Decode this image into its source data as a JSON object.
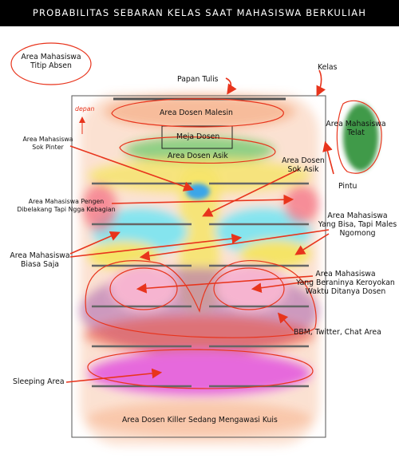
{
  "title": "PROBABILITAS SEBARAN KELAS SAAT MAHASISWA BERKULIAH",
  "labels": {
    "titip_absen": [
      "Area Mahasiswa",
      "Titip Absen"
    ],
    "kelas": "Kelas",
    "papan_tulis": "Papan Tulis",
    "depan": "depan",
    "dosen_malesin": "Area Dosen Malesin",
    "meja_dosen": "Meja Dosen",
    "dosen_asik": "Area Dosen Asik",
    "telat": [
      "Area Mahasiswa",
      "Telat"
    ],
    "sok_pinter": [
      "Area Mahasiswa",
      "Sok Pinter"
    ],
    "dosen_sok_asik": [
      "Area Dosen",
      "Sok Asik"
    ],
    "pintu": "Pintu",
    "dibelakang": [
      "Area Mahasiswa Pengen",
      "Dibelakang Tapi Ngga Kebagian"
    ],
    "bisa_tapi_males": [
      "Area Mahasiswa",
      "Yang Bisa, Tapi Males",
      "Ngomong"
    ],
    "biasa_saja": [
      "Area Mahasiswa",
      "Biasa Saja"
    ],
    "keroyokan": [
      "Area Mahasiswa",
      "Yang Beraninya Keroyokan",
      "Waktu Ditanya Dosen"
    ],
    "bbm": "BBM, Twitter, Chat Area",
    "sleeping": "Sleeping Area",
    "killer": "Area Dosen Killer Sedang Mengawasi Kuis"
  },
  "colors": {
    "header_bg": "#000000",
    "annotation_red": "#e8341c",
    "peach": "#f6b18a",
    "green": "#5fc25a",
    "yellow": "#f4e04d",
    "cyan": "#6fe0ec",
    "purple": "#a85aa8",
    "magenta": "#e24fd6",
    "pink": "#f5a8c8",
    "blue": "#3aa6e8",
    "dark_green": "#3f9a48"
  }
}
